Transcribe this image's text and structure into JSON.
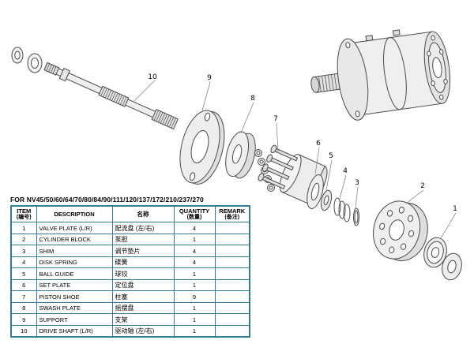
{
  "title": "FOR NV45/50/60/64/70/80/84/90/111/120/137/172/210/237/270",
  "table": {
    "headers": {
      "item_en": "ITEM",
      "item_zh": "(编号)",
      "desc_en": "DESCRIPTION",
      "desc_zh": "名称",
      "qty_en": "QUANTITY",
      "qty_zh": "(数量)",
      "remark_en": "REMARK",
      "remark_zh": "(备注)"
    },
    "rows": [
      {
        "item": "1",
        "desc_en": "VALVE PLATE (L/R)",
        "desc_zh": "配流盘 (左/右)",
        "qty": "4",
        "remark": ""
      },
      {
        "item": "2",
        "desc_en": "CYLINDER BLOCK",
        "desc_zh": "泵胆",
        "qty": "1",
        "remark": ""
      },
      {
        "item": "3",
        "desc_en": "SHIM",
        "desc_zh": "调节垫片",
        "qty": "4",
        "remark": ""
      },
      {
        "item": "4",
        "desc_en": "DISK SPRING",
        "desc_zh": "碟簧",
        "qty": "4",
        "remark": ""
      },
      {
        "item": "5",
        "desc_en": "BALL GUIDE",
        "desc_zh": "球铰",
        "qty": "1",
        "remark": ""
      },
      {
        "item": "6",
        "desc_en": "SET PLATE",
        "desc_zh": "定位盘",
        "qty": "1",
        "remark": ""
      },
      {
        "item": "7",
        "desc_en": "PISTON SHOE",
        "desc_zh": "柱塞",
        "qty": "9",
        "remark": ""
      },
      {
        "item": "8",
        "desc_en": "SWASH PLATE",
        "desc_zh": "摇摆盘",
        "qty": "1",
        "remark": ""
      },
      {
        "item": "9",
        "desc_en": "SUPPORT",
        "desc_zh": "支架",
        "qty": "1",
        "remark": ""
      },
      {
        "item": "10",
        "desc_en": "DRIVE SHAFT (L/R)",
        "desc_zh": "驱动轴 (左/右)",
        "qty": "1",
        "remark": ""
      }
    ]
  },
  "diagram": {
    "callouts": [
      "1",
      "2",
      "3",
      "4",
      "5",
      "6",
      "7",
      "8",
      "9",
      "10"
    ]
  },
  "colors": {
    "table_border": "#2e7d92",
    "diagram_line": "#4a4a4a",
    "text": "#000000"
  }
}
